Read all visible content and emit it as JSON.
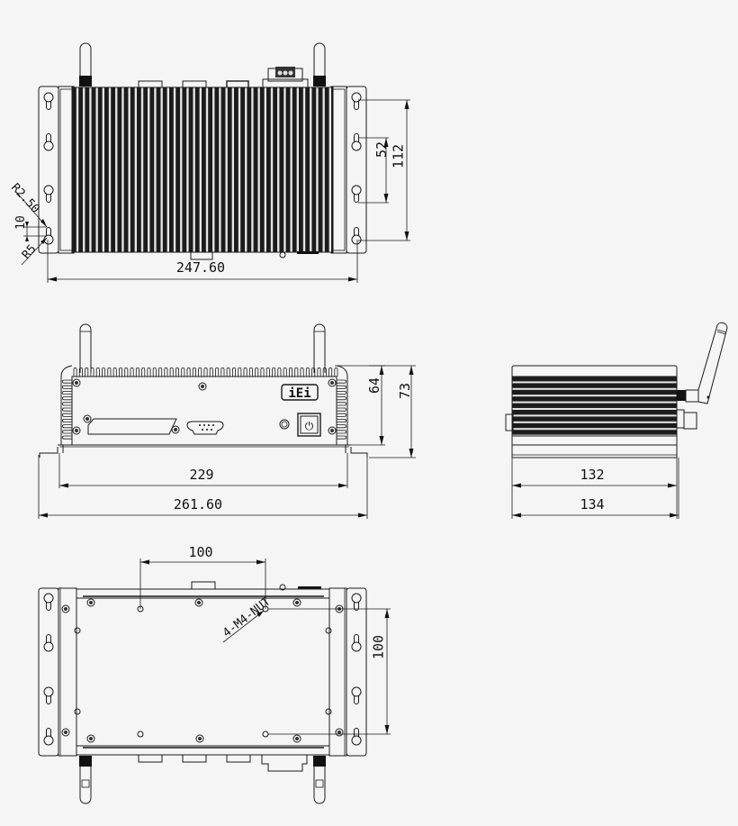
{
  "drawing": {
    "type": "mechanical-dimension-drawing",
    "background": "#f5f5f5",
    "line_color": "#1a1a1a",
    "views": {
      "top": {
        "dimensions": {
          "width_hole_spacing": "247.60",
          "hole_pitch_inner": "52",
          "hole_pitch_outer": "112",
          "slot_radius_large": "R5",
          "slot_radius_small": "R2.50",
          "slot_length": "10"
        }
      },
      "front": {
        "dimensions": {
          "body_width": "229",
          "overall_width": "261.60",
          "body_height": "64",
          "overall_height": "73"
        },
        "logo_text": "iEi",
        "power_button_symbol": "⏻"
      },
      "side": {
        "dimensions": {
          "body_depth": "132",
          "overall_depth": "134"
        }
      },
      "bottom": {
        "dimensions": {
          "nut_spacing_horizontal": "100",
          "nut_spacing_vertical": "100"
        },
        "callout": "4-M4-NUT"
      }
    }
  }
}
